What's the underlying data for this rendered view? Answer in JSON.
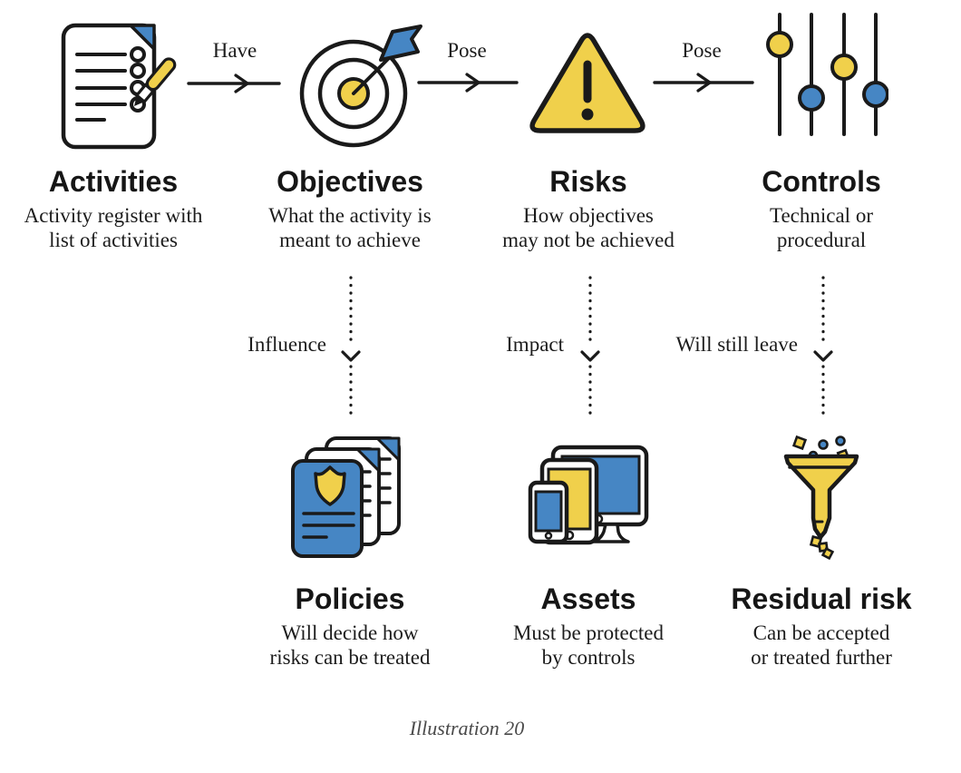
{
  "palette": {
    "yellow": "#F0D04B",
    "blue": "#4686C4",
    "outline": "#1A1A1A",
    "text": "#1C1C1C",
    "caption": "#4A4A4A"
  },
  "nodes": {
    "top": [
      {
        "title": "Activities",
        "desc": [
          "Activity register with",
          "list of activities"
        ],
        "icon": "checklist-pencil-icon"
      },
      {
        "title": "Objectives",
        "desc": [
          "What the activity is",
          "meant to achieve"
        ],
        "icon": "target-arrow-icon"
      },
      {
        "title": "Risks",
        "desc": [
          "How objectives",
          "may not be achieved"
        ],
        "icon": "warning-triangle-icon"
      },
      {
        "title": "Controls",
        "desc": [
          "Technical or",
          "procedural"
        ],
        "icon": "sliders-icon"
      }
    ],
    "bottom": [
      {
        "title": "Policies",
        "desc": [
          "Will decide how",
          "risks can be treated"
        ],
        "icon": "policy-documents-icon"
      },
      {
        "title": "Assets",
        "desc": [
          "Must be protected",
          "by controls"
        ],
        "icon": "devices-icon"
      },
      {
        "title": "Residual risk",
        "desc": [
          "Can be accepted",
          "or treated further"
        ],
        "icon": "funnel-icon"
      }
    ]
  },
  "arrows": {
    "horizontal": [
      {
        "label": "Have",
        "from": "Activities",
        "to": "Objectives"
      },
      {
        "label": "Pose",
        "from": "Objectives",
        "to": "Risks"
      },
      {
        "label": "Pose",
        "from": "Risks",
        "to": "Controls"
      }
    ],
    "vertical": [
      {
        "label": "Influence",
        "from": "Objectives",
        "to": "Policies"
      },
      {
        "label": "Impact",
        "from": "Risks",
        "to": "Assets"
      },
      {
        "label": "Will still leave",
        "from": "Controls",
        "to": "Residual risk"
      }
    ]
  },
  "caption": "Illustration 20"
}
